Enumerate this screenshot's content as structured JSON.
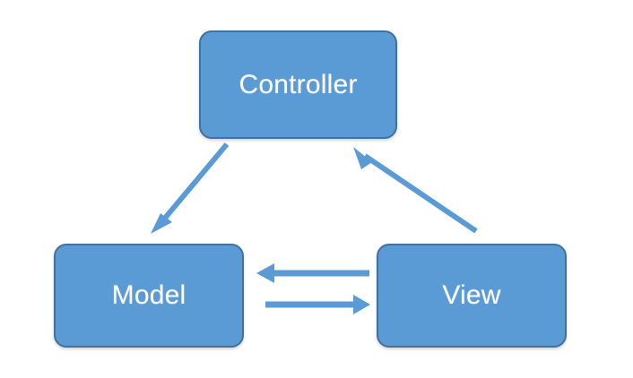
{
  "diagram": {
    "type": "mvc-pattern-diagram",
    "background_color": "#FFFFFF",
    "node_fill_color": "#5B9BD5",
    "node_border_color": "#41719C",
    "node_text_color": "#FFFFFF",
    "arrow_color": "#5B9BD5",
    "nodes": [
      {
        "id": "controller",
        "label": "Controller"
      },
      {
        "id": "model",
        "label": "Model"
      },
      {
        "id": "view",
        "label": "View"
      }
    ],
    "connectors": [
      {
        "id": "controller-to-model",
        "from": "Controller",
        "to": "Model",
        "direction": "down-left",
        "arrowhead": "end"
      },
      {
        "id": "view-to-controller",
        "from": "View",
        "to": "Controller",
        "direction": "up-left",
        "arrowhead": "end"
      },
      {
        "id": "view-to-model",
        "from": "View",
        "to": "Model",
        "direction": "left",
        "arrowhead": "end"
      },
      {
        "id": "model-to-view",
        "from": "Model",
        "to": "View",
        "direction": "right",
        "arrowhead": "end"
      }
    ]
  }
}
